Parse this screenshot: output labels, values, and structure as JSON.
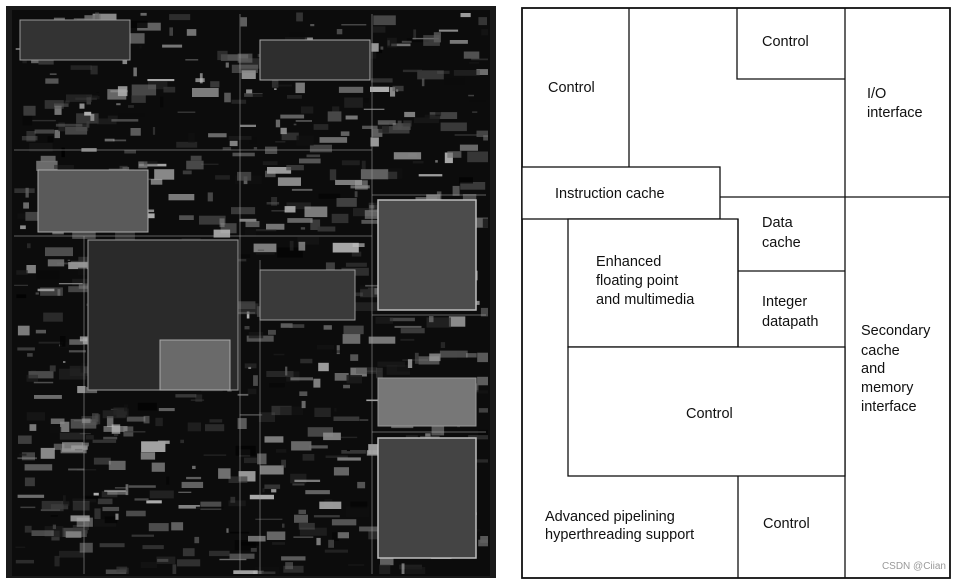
{
  "photo": {
    "subject": "processor-die-photograph"
  },
  "diagram": {
    "blocks": {
      "control_top_left": [
        "Control"
      ],
      "control_top_center": [
        "Control"
      ],
      "io_interface": [
        "I/O",
        "interface"
      ],
      "instruction_cache": [
        "Instruction cache"
      ],
      "data_cache": [
        "Data",
        "cache"
      ],
      "fp_multimedia": [
        "Enhanced",
        "floating point",
        "and multimedia"
      ],
      "integer_datapath": [
        "Integer",
        "datapath"
      ],
      "secondary_cache": [
        "Secondary",
        "cache",
        "and",
        "memory",
        "interface"
      ],
      "control_middle": [
        "Control"
      ],
      "pipelining": [
        "Advanced pipelining",
        "hyperthreading support"
      ],
      "control_bottom": [
        "Control"
      ]
    }
  },
  "watermark": "CSDN @Ciian"
}
